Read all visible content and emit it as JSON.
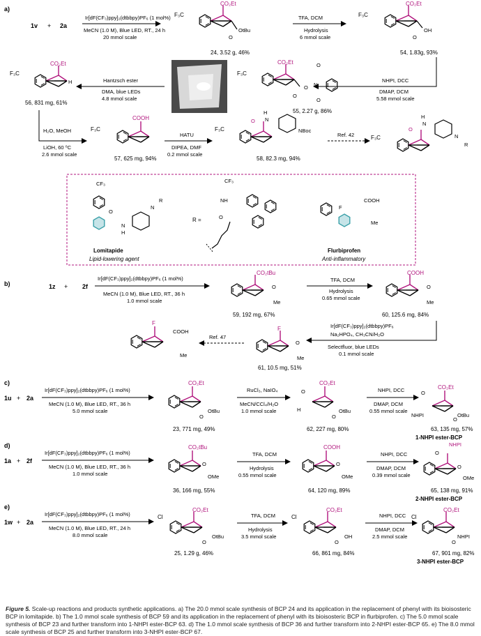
{
  "panels": {
    "a": "a)",
    "b": "b)",
    "c": "c)",
    "d": "d)",
    "e": "e)"
  },
  "reagents": {
    "cat": "Ir[dF(CF₃)ppy]₂(dtbbpy)PF₆ (1 mol%)",
    "cat_short": "Ir[dF(CF₃)ppy]₂(dtbbpy)PF₆",
    "cond_24h": "MeCN (1.0 M), Blue LED, RT., 24 h",
    "cond_36h": "MeCN (1.0 M), Blue LED, RT., 36 h",
    "scale_20": "20 mmol scale",
    "scale_1": "1.0 mmol scale",
    "scale_5": "5.0 mmol scale",
    "scale_8": "8.0 mmol scale",
    "tfa": "TFA, DCM",
    "hydrolysis": "Hydrolysis",
    "scale_6": "6 mmol scale",
    "nhpi": "NHPI, DCC",
    "dmap": "DMAP, DCM",
    "scale_558": "5.58 mmol scale",
    "hantzsch": "Hantzsch ester",
    "dma": "DMA, blue LEDs",
    "scale_48": "4.8 mmol scale",
    "h2o_meoh": "H₂O, MeOH",
    "lioh": "LiOH,  60 ⁰C",
    "scale_26": "2.6 mmol scale",
    "hatu": "HATU",
    "dipea": "DIPEA, DMF",
    "scale_02": "0.2 mmol scale",
    "ref42": "Ref. 42",
    "ref47": "Ref. 47",
    "scale_065": "0.65 mmol scale",
    "na2hpo4": "Na₂HPO₄, CH₃CN/H₂O",
    "selectfluor": "Selectfluor, blue LEDs",
    "scale_01": "0.1 mmol scale",
    "rucl3": "RuCl₃, NaIO₄",
    "solvmix": "MeCN/CCl₄/H₂O",
    "scale_055": "0.55 mmol scale",
    "scale_039": "0.39 mmol scale",
    "scale_35": "3.5 mmol scale",
    "scale_25": "2.5 mmol scale"
  },
  "reactants": {
    "r1v": "1v",
    "r2a": "2a",
    "r1z": "1z",
    "r2f": "2f",
    "r1u": "1u",
    "r1a": "1a",
    "r1w": "1w",
    "plus": "+"
  },
  "labels": {
    "co2et": "CO₂Et",
    "co2tbu": "CO₂tBu",
    "cooh": "COOH",
    "cf3": "F₃C",
    "cf3b": "CF₃",
    "otbu": "OtBu",
    "oh": "OH",
    "ome": "OMe",
    "me": "Me",
    "o": "O",
    "n": "N",
    "nh": "NH",
    "nboc": "NBoc",
    "r": "R",
    "f": "F",
    "cl": "Cl",
    "nhpi": "NHPI",
    "h": "H",
    "r_eq": "R ="
  },
  "products": {
    "p24": "24, 3.52 g, 46%",
    "p54": "54, 1.83g, 93%",
    "p55": "55, 2.27 g, 86%",
    "p56": "56, 831 mg, 61%",
    "p57": "57, 625 mg, 94%",
    "p58": "58, 82.3 mg, 94%",
    "p59": "59, 192 mg, 67%",
    "p60": "60, 125.6 mg, 84%",
    "p61": "61, 10.5 mg, 51%",
    "p23": "23, 771 mg, 49%",
    "p62": "62, 227 mg, 80%",
    "p63": "63, 135 mg, 57%",
    "p36": "36, 166 mg, 55%",
    "p64": "64, 120 mg, 89%",
    "p65": "65, 138 mg, 91%",
    "p25": "25, 1.29 g, 46%",
    "p66": "66, 861 mg, 84%",
    "p67": "67, 901 mg, 82%"
  },
  "names": {
    "nhpi1": "1-NHPI ester-BCP",
    "nhpi2": "2-NHPI ester-BCP",
    "nhpi3": "3-NHPI ester-BCP",
    "lomitapide": "Lomitapide",
    "lipid": "Lipid-lowering agent",
    "flurbiprofen": "Flurbiprofen",
    "antiinf": "Anti-inflammatory"
  },
  "caption": {
    "fig": "Figure 5.",
    "text": " Scale-up reactions and products synthetic applications. a) The 20.0 mmol scale synthesis of BCP 24 and its application in the replacement of phenyl with its bioisosteric BCP in lomitapide. b) The 1.0 mmol scale synthesis of BCP 59 and its application in the replacement of phenyl with its bioisosteric BCP in flurbiprofen. c) The 5.0 mmol scale synthesis of BCP 23 and further transform into 1-NHPI ester-BCP 63. d) The 1.0 mmol scale synthesis of BCP 36 and further transform into 2-NHPI ester-BCP 65. e) The 8.0 mmol scale synthesis of BCP 25 and further transform into 3-NHPI ester-BCP 67."
  },
  "colors": {
    "accent": "#b0137c",
    "teal": "#3aa0a8",
    "ink": "#000000",
    "frame": "#b0137c"
  }
}
